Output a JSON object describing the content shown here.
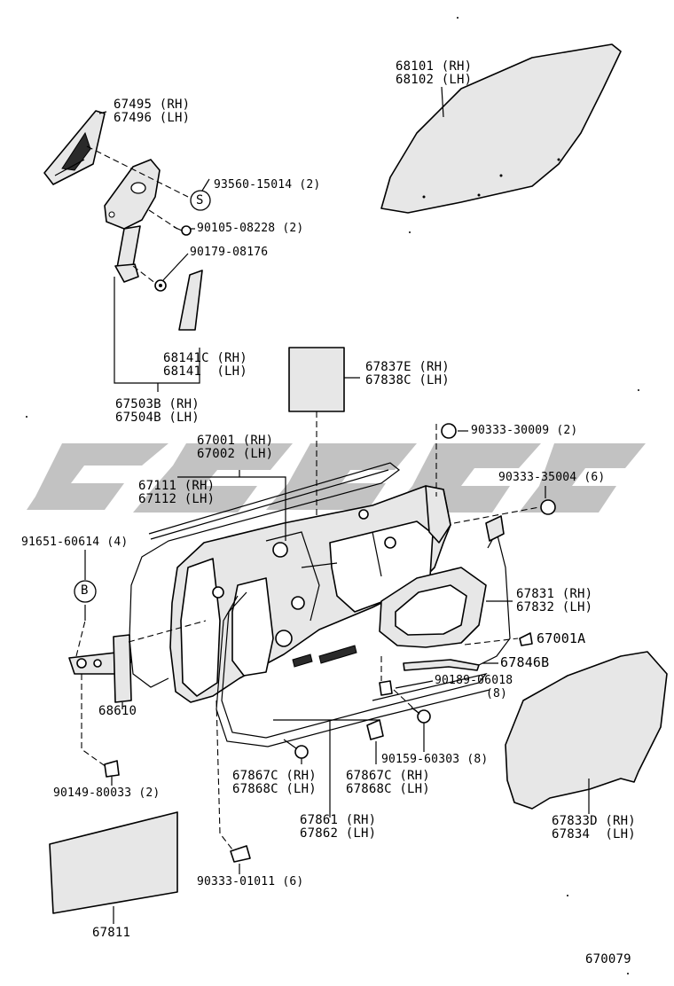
{
  "diagram": {
    "parts": {
      "window_glass": [
        "68101 (RH)",
        "68102 (LH)"
      ],
      "corner_cover": [
        "67495 (RH)",
        "67496 (LH)"
      ],
      "screw_93560": "93560-15014 (2)",
      "screw_symbol": "S",
      "bolt_90105": "90105-08228 (2)",
      "nut_90179": "90179-08176",
      "channel_68141": [
        "68141C (RH)",
        "68141  (LH)"
      ],
      "frame_67503": [
        "67503B (RH)",
        "67504B (LH)"
      ],
      "silencer_67837": [
        "67837E (RH)",
        "67838C (LH)"
      ],
      "plug_90333_30009": "90333-30009 (2)",
      "door_panel": [
        "67001 (RH)",
        "67002 (LH)"
      ],
      "plug_90333_35004": "90333-35004 (6)",
      "weatherstrip_67111": [
        "67111 (RH)",
        "67112 (LH)"
      ],
      "clip_91651": "91651-60614 (4)",
      "clip_symbol": "B",
      "service_hole_cover": [
        "67831 (RH)",
        "67832 (LH)"
      ],
      "clip_67001A": "67001A",
      "rod_67846B": "67846B",
      "hinge_68610": "68610",
      "bolt_90189": [
        "90189-06018",
        "(8)"
      ],
      "clip_90159": "90159-60303 (8)",
      "clip_67867_left": [
        "67867C (RH)",
        "67868C (LH)"
      ],
      "clip_67867_mid": [
        "67867C (RH)",
        "67868C (LH)"
      ],
      "weatherstrip_67861": [
        "67861 (RH)",
        "67862 (LH)"
      ],
      "cover_67833": [
        "67833D (RH)",
        "67834  (LH)"
      ],
      "bolt_90149": "90149-80033 (2)",
      "plug_90333_01011": "90333-01011 (6)",
      "pad_67811": "67811",
      "figure_number": "670079"
    }
  }
}
